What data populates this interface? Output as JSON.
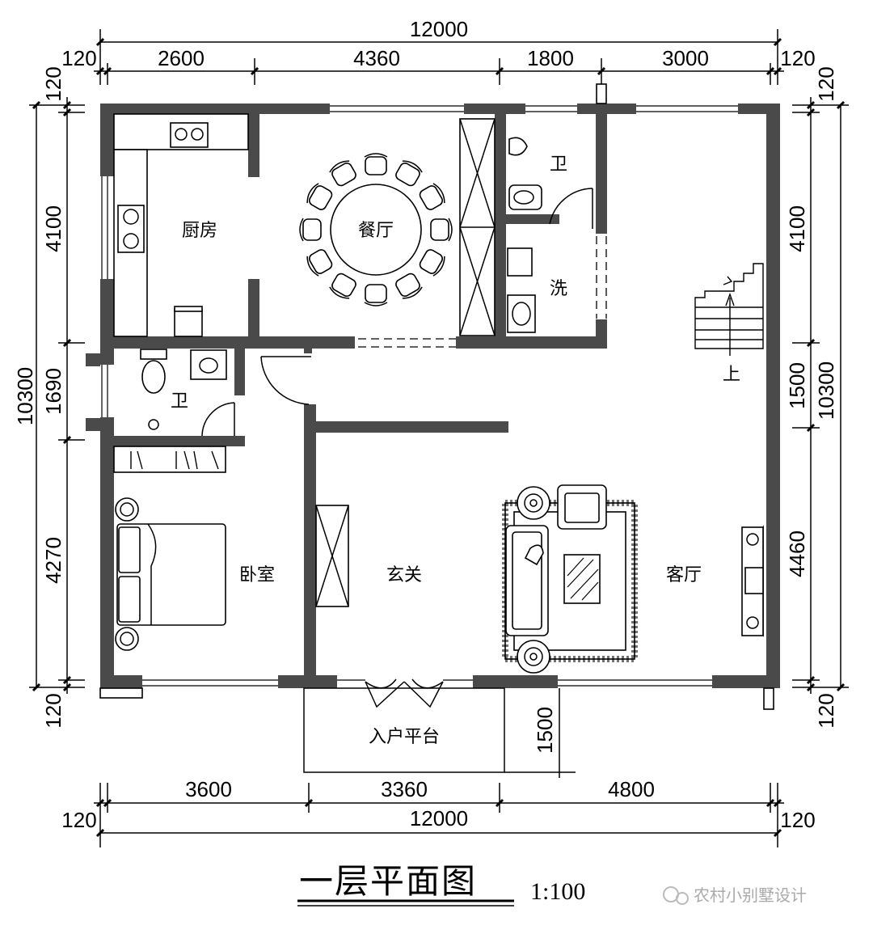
{
  "dimensions": {
    "top_total": "12000",
    "top_segments": [
      "120",
      "2600",
      "4360",
      "1800",
      "3000",
      "120"
    ],
    "bottom_segments": [
      "120",
      "3600",
      "3360",
      "4800",
      "120"
    ],
    "bottom_total": "12000",
    "left_total": "10300",
    "left_segments": [
      "120",
      "4100",
      "1690",
      "4270",
      "120"
    ],
    "right_total": "10300",
    "right_segments": [
      "120",
      "4100",
      "1500",
      "4460",
      "120"
    ],
    "porch_depth": "1500"
  },
  "rooms": {
    "kitchen": "厨房",
    "dining": "餐厅",
    "bath_top": "卫",
    "wash": "洗",
    "bath_left": "卫",
    "bedroom": "卧室",
    "foyer": "玄关",
    "living": "客厅",
    "porch": "入户平台",
    "stair_up": "上"
  },
  "title": "一层平面图",
  "scale": "1:100",
  "watermark": "农村小别墅设计"
}
